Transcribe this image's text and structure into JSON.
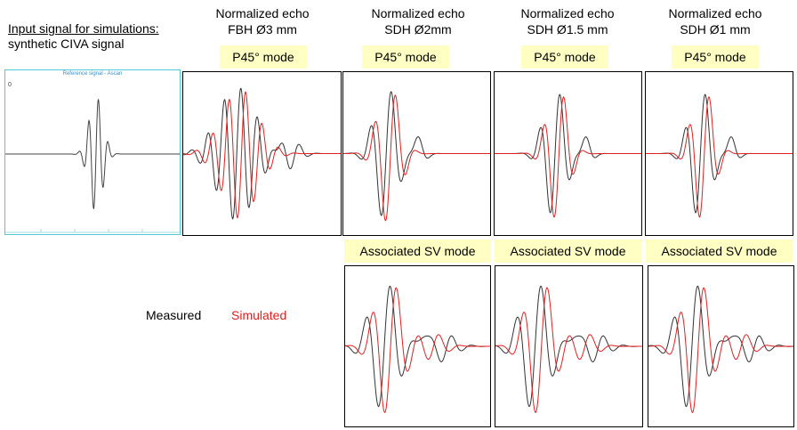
{
  "input": {
    "title_line1": "Input signal for simulations:",
    "title_line2": "synthetic CIVA signal",
    "ref_title": "Reference signal - Ascan",
    "ref_zero": "0",
    "ref_color": "#2f8fd0"
  },
  "columns": [
    {
      "line1": "Normalized echo",
      "line2": "FBH Ø3 mm",
      "mode": "P45° mode"
    },
    {
      "line1": "Normalized echo",
      "line2": "SDH Ø2mm",
      "mode": "P45° mode"
    },
    {
      "line1": "Normalized echo",
      "line2": "SDH Ø1.5 mm",
      "mode": "P45° mode"
    },
    {
      "line1": "Normalized echo",
      "line2": "SDH Ø1 mm",
      "mode": "P45° mode"
    }
  ],
  "sv_modes": [
    {
      "label": "Associated SV mode"
    },
    {
      "label": "Associated SV mode"
    },
    {
      "label": "Associated SV mode"
    }
  ],
  "legend": {
    "measured": "Measured",
    "simulated": "Simulated",
    "measured_color": "#333333",
    "simulated_color": "#e02020"
  },
  "colors": {
    "mode_label_bg": "#ffffc4",
    "ref_border": "#55c8d8"
  }
}
